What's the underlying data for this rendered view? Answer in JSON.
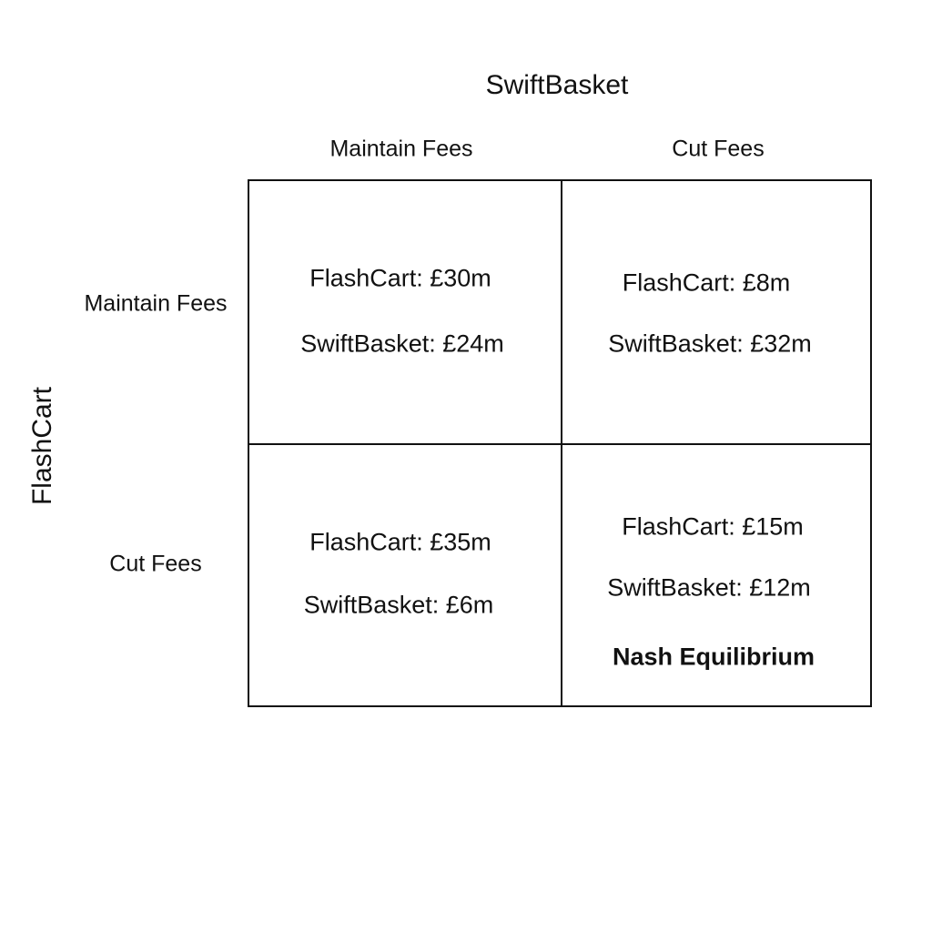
{
  "players": {
    "column": "SwiftBasket",
    "row": "FlashCart"
  },
  "strategies": {
    "column": [
      "Maintain Fees",
      "Cut Fees"
    ],
    "row": [
      "Maintain Fees",
      "Cut Fees"
    ]
  },
  "payoffs": {
    "maintain_maintain": {
      "flashcart": "FlashCart: £30m",
      "swiftbasket": "SwiftBasket: £24m"
    },
    "maintain_cut": {
      "flashcart": "FlashCart: £8m",
      "swiftbasket": "SwiftBasket: £32m"
    },
    "cut_maintain": {
      "flashcart": "FlashCart: £35m",
      "swiftbasket": "SwiftBasket: £6m"
    },
    "cut_cut": {
      "flashcart": "FlashCart: £15m",
      "swiftbasket": "SwiftBasket: £12m",
      "note": "Nash Equilibrium"
    }
  }
}
